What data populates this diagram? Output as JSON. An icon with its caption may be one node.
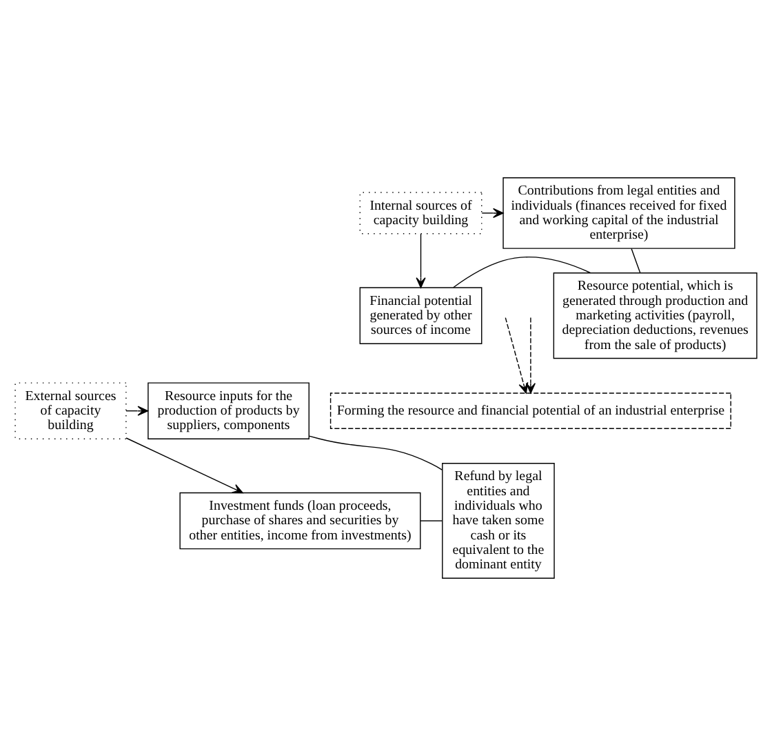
{
  "diagram": {
    "nodes": [
      {
        "text": [
          "Internal sources of capacity building"
        ]
      },
      {
        "text": [
          "Contributions from legal entities and individuals (finances received for fixed and working capital of the industrial enterprise)"
        ]
      },
      {
        "text": [
          "Financial potential generated by other sources of income"
        ]
      },
      {
        "text": [
          "Resource potential, which is generated through production and marketing activities (payroll, depreciation deductions, revenues from the sale of products)"
        ]
      },
      {
        "text": [
          "Forming the resource and financial potential of an industrial enterprise"
        ]
      },
      {
        "text": [
          "Investment funds (loan proceeds, purchase of shares and securities by other entities, income from investments)"
        ]
      },
      {
        "text": [
          "Refund by legal entities and individuals who have taken some cash or its equivalent to the dominant entity"
        ]
      },
      {
        "text": [
          "External sources of capacity building"
        ]
      },
      {
        "text": [
          "Resource inputs for the production of products by suppliers, components"
        ]
      }
    ],
    "edges": [
      {
        "from": 0,
        "to": 1,
        "arrow": "to"
      },
      {
        "from": 0,
        "to": 2,
        "arrow": "to"
      },
      {
        "from": 1,
        "to": 3,
        "arrow": "none"
      },
      {
        "from": 2,
        "to": 3,
        "arrow": "none"
      },
      {
        "from": null,
        "to": 4,
        "arrow": "to",
        "style": "dashed"
      },
      {
        "from": null,
        "to": 4,
        "arrow": "to",
        "style": "dashed"
      },
      {
        "from": 7,
        "to": 5,
        "arrow": "to"
      },
      {
        "from": 7,
        "to": 8,
        "arrow": "to"
      },
      {
        "from": 5,
        "to": 6,
        "arrow": "none"
      },
      {
        "from": 8,
        "to": 6,
        "arrow": "none"
      }
    ]
  }
}
